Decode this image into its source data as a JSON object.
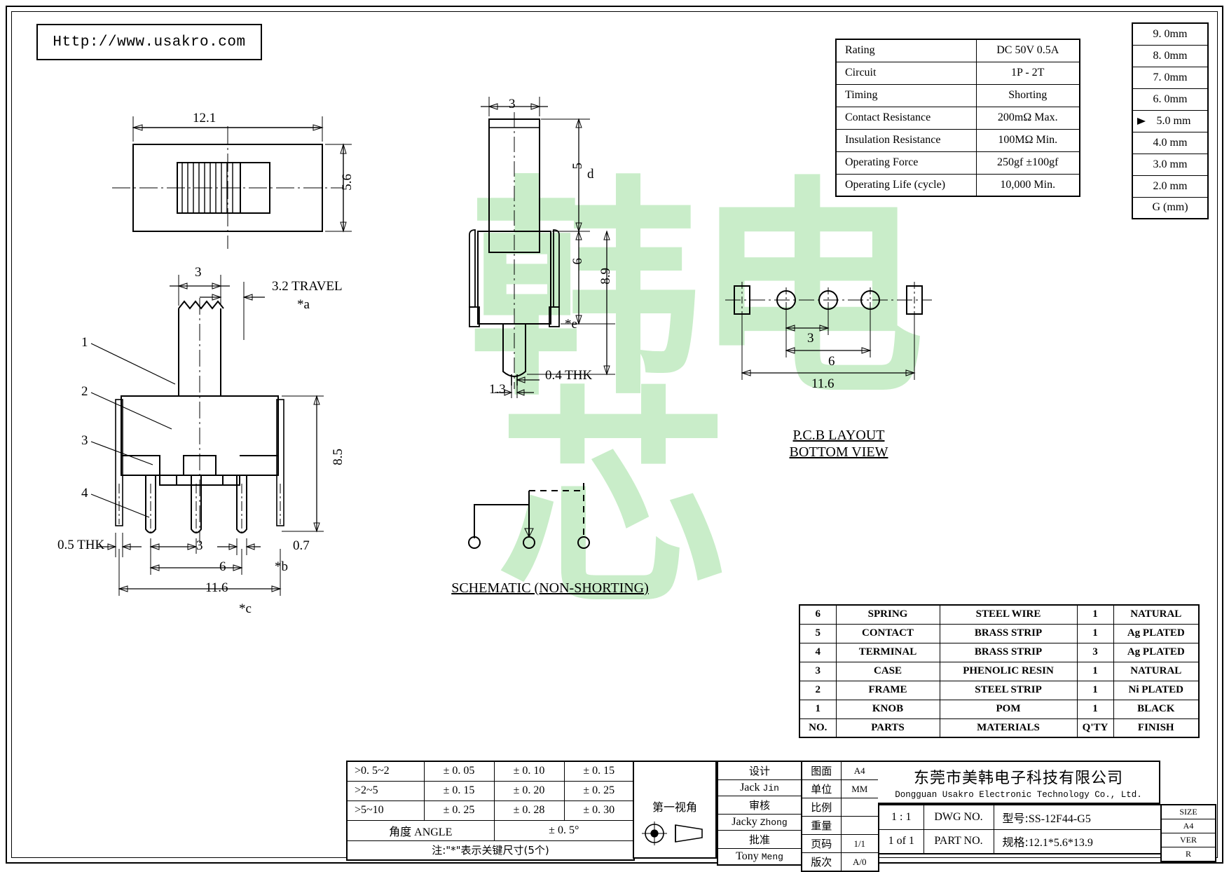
{
  "header": {
    "url": "Http://www.usakro.com"
  },
  "spec_table": {
    "rows": [
      {
        "key": "Rating",
        "value": "DC 50V  0.5A"
      },
      {
        "key": "Circuit",
        "value": "1P - 2T"
      },
      {
        "key": "Timing",
        "value": "Shorting"
      },
      {
        "key": "Contact Resistance",
        "value": "200mΩ  Max."
      },
      {
        "key": "Insulation Resistance",
        "value": "100MΩ  Min."
      },
      {
        "key": "Operating Force",
        "value": "250gf  ±100gf"
      },
      {
        "key": "Operating Life (cycle)",
        "value": "10,000 Min."
      }
    ]
  },
  "g_scale_table": {
    "rows": [
      {
        "label": "9. 0mm",
        "marked": false
      },
      {
        "label": "8. 0mm",
        "marked": false
      },
      {
        "label": "7. 0mm",
        "marked": false
      },
      {
        "label": "6. 0mm",
        "marked": false
      },
      {
        "label": "5.0 mm",
        "marked": true
      },
      {
        "label": "4.0 mm",
        "marked": false
      },
      {
        "label": "3.0 mm",
        "marked": false
      },
      {
        "label": "2.0 mm",
        "marked": false
      },
      {
        "label": "G (mm)",
        "marked": false
      }
    ]
  },
  "parts_table": {
    "headers": {
      "no": "NO.",
      "parts": "PARTS",
      "materials": "MATERIALS",
      "qty": "Q'TY",
      "finish": "FINISH"
    },
    "rows": [
      {
        "no": "6",
        "part": "SPRING",
        "material": "STEEL  WIRE",
        "qty": "1",
        "finish": "NATURAL"
      },
      {
        "no": "5",
        "part": "CONTACT",
        "material": "BRASS  STRIP",
        "qty": "1",
        "finish": "Ag PLATED"
      },
      {
        "no": "4",
        "part": "TERMINAL",
        "material": "BRASS  STRIP",
        "qty": "3",
        "finish": "Ag PLATED"
      },
      {
        "no": "3",
        "part": "CASE",
        "material": "PHENOLIC  RESIN",
        "qty": "1",
        "finish": "NATURAL"
      },
      {
        "no": "2",
        "part": "FRAME",
        "material": "STEEL  STRIP",
        "qty": "1",
        "finish": "Ni PLATED"
      },
      {
        "no": "1",
        "part": "KNOB",
        "material": "POM",
        "qty": "1",
        "finish": "BLACK"
      }
    ]
  },
  "tolerance_table": {
    "rows": [
      {
        "range": ">0. 5~2",
        "c1": "± 0. 05",
        "c2": "± 0. 10",
        "c3": "± 0. 15"
      },
      {
        "range": ">2~5",
        "c1": "± 0. 15",
        "c2": "± 0. 20",
        "c3": "± 0. 25"
      },
      {
        "range": ">5~10",
        "c1": "± 0. 25",
        "c2": "± 0. 28",
        "c3": "± 0. 30"
      }
    ],
    "angle_label": "角度 ANGLE",
    "angle_value": "± 0. 5°",
    "note": "注:\"*\"表示关键尺寸(5个)"
  },
  "projection": {
    "label": "第一视角"
  },
  "approval": {
    "rows": [
      {
        "role": "设计",
        "name_main": "Jack ",
        "name_sub": "Jin"
      },
      {
        "role": "审核",
        "name_main": "Jacky ",
        "name_sub": "Zhong"
      },
      {
        "role": "批准",
        "name_main": "Tony ",
        "name_sub": "Meng"
      }
    ]
  },
  "doc_info": {
    "rows": [
      {
        "k": "图面",
        "v": "A4"
      },
      {
        "k": "单位",
        "v": "MM"
      },
      {
        "k": "比例",
        "v": ""
      },
      {
        "k": "重量",
        "v": ""
      },
      {
        "k": "页码",
        "v": "1/1"
      },
      {
        "k": "版次",
        "v": "A/0"
      }
    ]
  },
  "company": {
    "name_cn": "东莞市美韩电子科技有限公司",
    "name_en": "Dongguan Usakro Electronic Technology Co., Ltd."
  },
  "dwg_block": {
    "scale": "1 : 1",
    "dwg_label": "DWG NO.",
    "dwg_prefix": "型号:",
    "dwg_value": "SS-12F44-G5",
    "page": "1 of 1",
    "part_label": "PART NO.",
    "part_prefix": "规格:",
    "part_value": "12.1*5.6*13.9"
  },
  "size_ver": {
    "size_label": "SIZE",
    "size_value": "A4",
    "ver_label": "VER",
    "ver_value": "R"
  },
  "drawing": {
    "top_view": {
      "width_dim": "12.1",
      "height_dim": "5.6"
    },
    "front_view": {
      "knob_width": "3",
      "travel": "3.2  TRAVEL",
      "travel_star": "*a",
      "body_height": "8.5",
      "pin_thk": "0.5  THK",
      "pitch": "3",
      "pin_offset": "0.7",
      "span6": "6",
      "span6_star": "*b",
      "span116": "11.6",
      "span116_star": "*c",
      "callouts": [
        "1",
        "2",
        "3",
        "4"
      ]
    },
    "side_view": {
      "knob_width": "3",
      "knob_height": "5",
      "knob_height_star": "d",
      "body_height": "6",
      "total_height": "8.9",
      "total_star": "*e",
      "pin_thk": "0.4  THK",
      "pin_width": "1.3"
    },
    "pcb_layout": {
      "title_line1": "P.C.B LAYOUT",
      "title_line2": "BOTTOM VIEW",
      "pitch": "3",
      "span6": "6",
      "span116": "11.6"
    },
    "schematic": {
      "title": "SCHEMATIC (NON-SHORTING)"
    }
  }
}
